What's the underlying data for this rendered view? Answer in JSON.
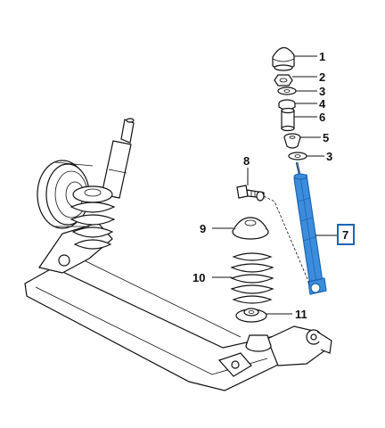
{
  "diagram": {
    "callouts": [
      {
        "id": "1",
        "label": "1"
      },
      {
        "id": "2",
        "label": "2"
      },
      {
        "id": "3a",
        "label": "3"
      },
      {
        "id": "4",
        "label": "4"
      },
      {
        "id": "6",
        "label": "6"
      },
      {
        "id": "5",
        "label": "5"
      },
      {
        "id": "3b",
        "label": "3"
      },
      {
        "id": "8",
        "label": "8"
      },
      {
        "id": "7",
        "label": "7"
      },
      {
        "id": "9",
        "label": "9"
      },
      {
        "id": "10",
        "label": "10"
      },
      {
        "id": "11",
        "label": "11"
      }
    ],
    "highlighted_part": "7",
    "colors": {
      "highlight": "#3c8dde",
      "highlight_dark": "#1a66b3",
      "line": "#111111"
    }
  }
}
